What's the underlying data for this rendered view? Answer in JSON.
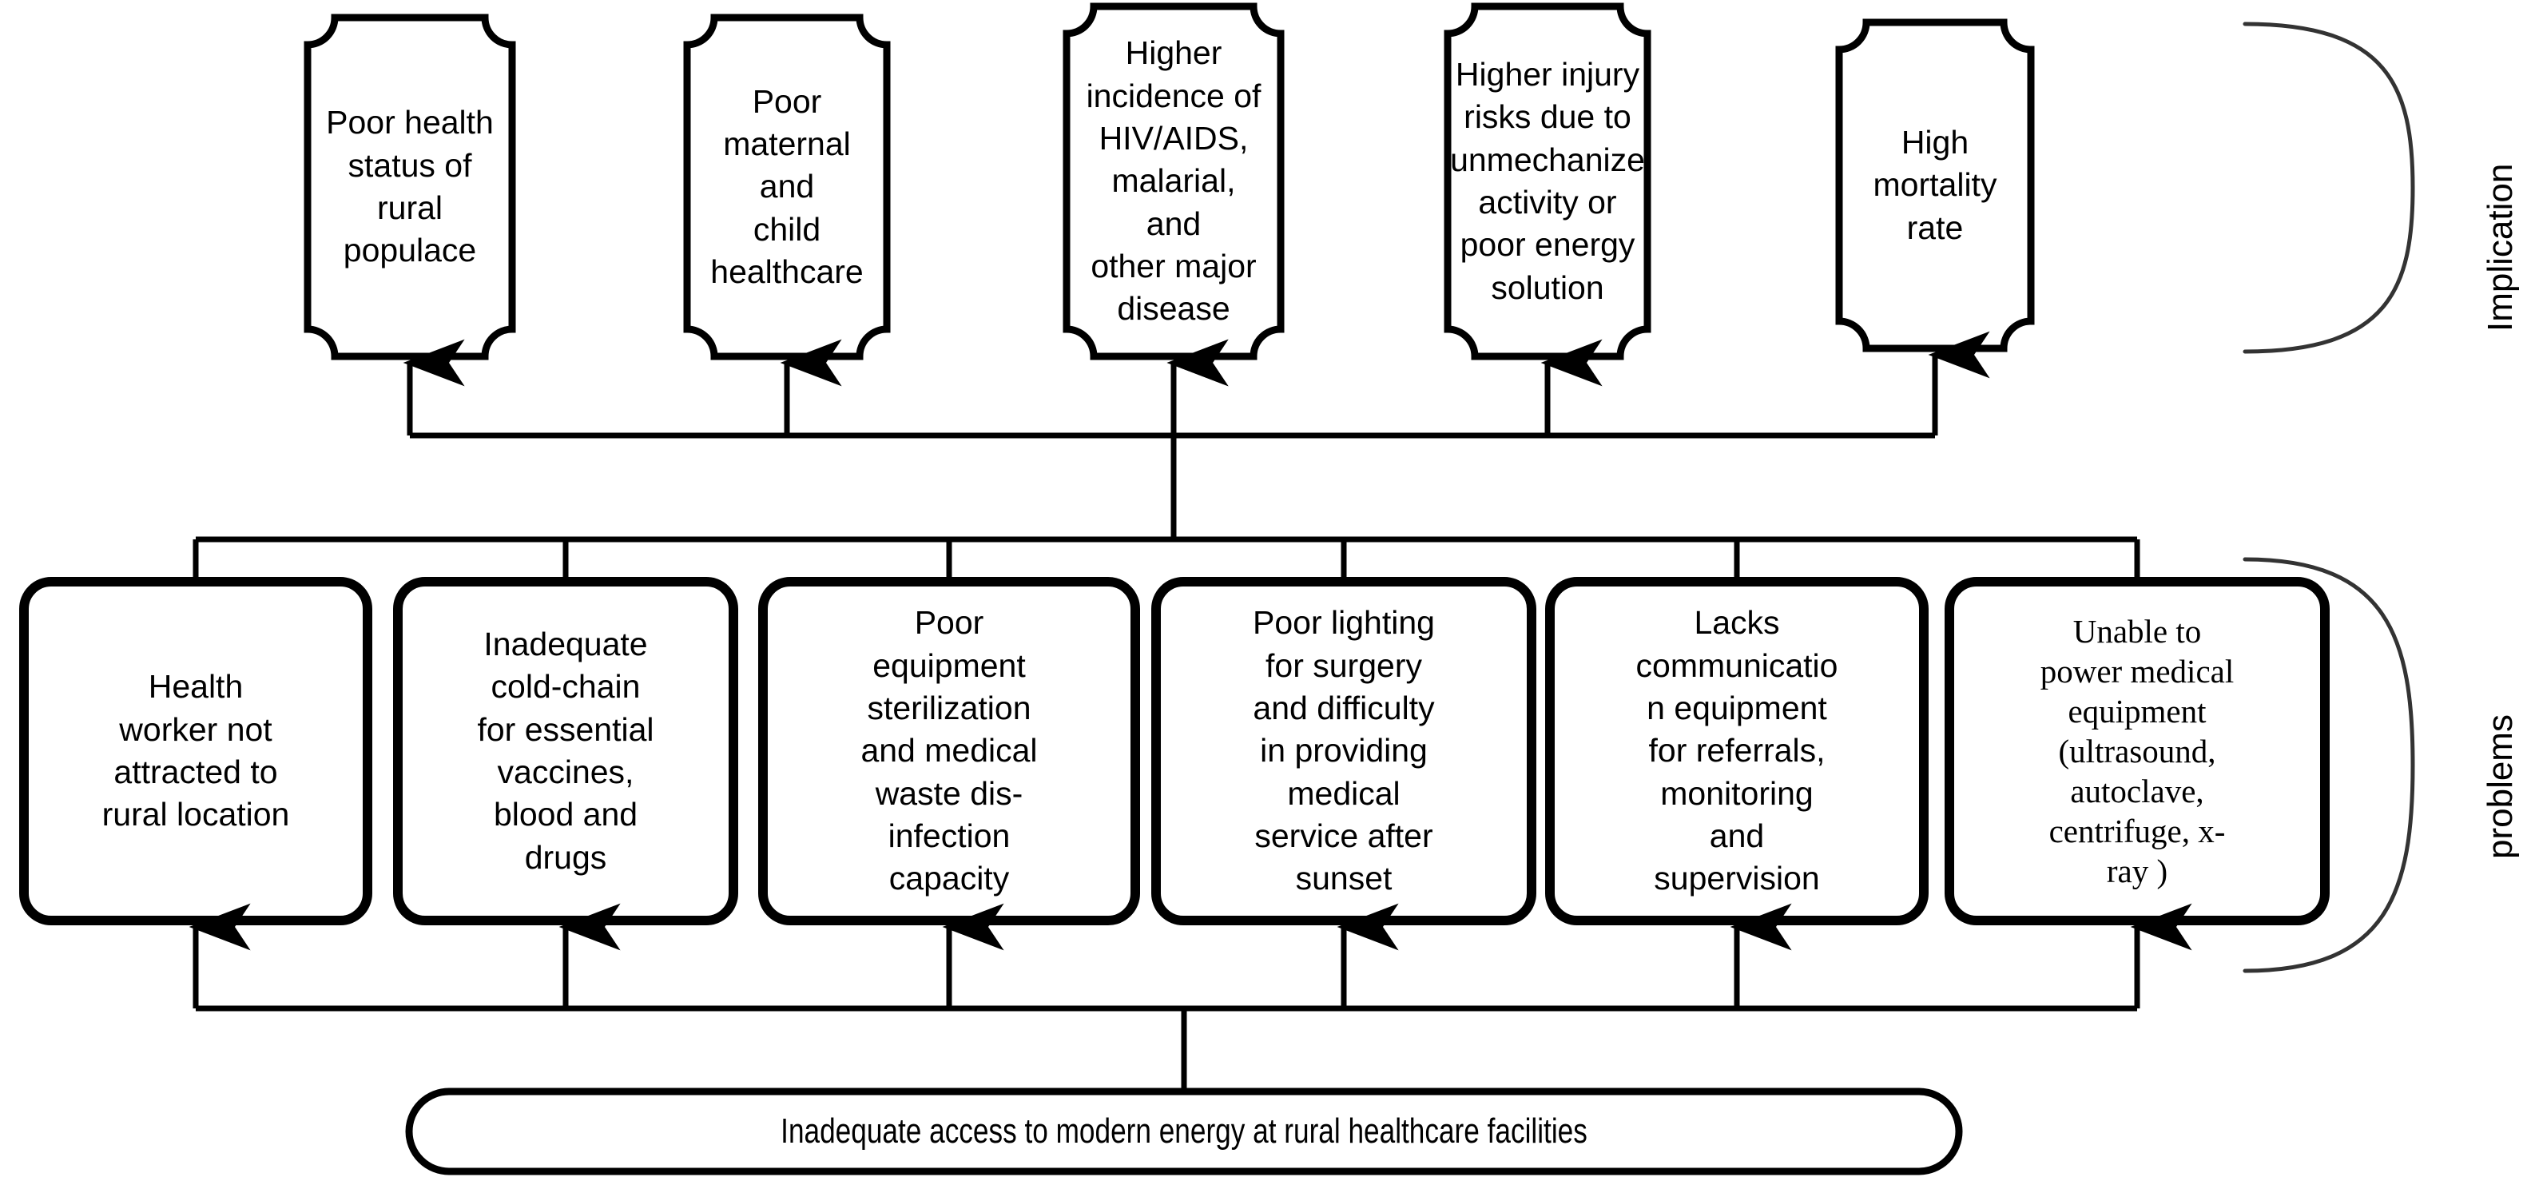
{
  "diagram": {
    "title": "Problem tree: Inadequate access to modern energy at rural healthcare facilities",
    "line_color": "#000000",
    "fill_color": "#ffffff",
    "bracket_color": "#333333"
  },
  "rows": {
    "implication": {
      "label": "Implication",
      "boxes": [
        {
          "id": "imp-1",
          "text": "Poor health\nstatus of\nrural\npopulace"
        },
        {
          "id": "imp-2",
          "text": "Poor\nmaternal and\nchild\nhealthcare"
        },
        {
          "id": "imp-3",
          "text": "Higher\nincidence of\nHIV/AIDS,\nmalarial, and\nother major\ndisease"
        },
        {
          "id": "imp-4",
          "text": "Higher injury\nrisks due to\nunmechanize\nactivity or\npoor energy\nsolution"
        },
        {
          "id": "imp-5",
          "text": "High\nmortality\nrate"
        }
      ]
    },
    "problems": {
      "label": "problems",
      "boxes": [
        {
          "id": "prb-1",
          "text": "Health\nworker not\nattracted to\nrural location",
          "font": "sans"
        },
        {
          "id": "prb-2",
          "text": "Inadequate\ncold-chain\nfor essential\nvaccines,\nblood and\ndrugs",
          "font": "sans"
        },
        {
          "id": "prb-3",
          "text": "Poor\nequipment\nsterilization\nand medical\nwaste dis-\ninfection\ncapacity",
          "font": "sans"
        },
        {
          "id": "prb-4",
          "text": "Poor lighting\nfor surgery\nand difficulty\nin providing\nmedical\nservice after\nsunset",
          "font": "sans"
        },
        {
          "id": "prb-5",
          "text": "Lacks\ncommunicatio\nn equipment\nfor referrals,\nmonitoring\nand\nsupervision",
          "font": "sans"
        },
        {
          "id": "prb-6",
          "text": "Unable to\npower medical\nequipment\n(ultrasound,\nautoclave,\ncentrifuge, x-\nray )",
          "font": "serif"
        }
      ]
    },
    "root": {
      "id": "root-1",
      "text": "Inadequate access to modern energy at rural healthcare facilities"
    }
  }
}
